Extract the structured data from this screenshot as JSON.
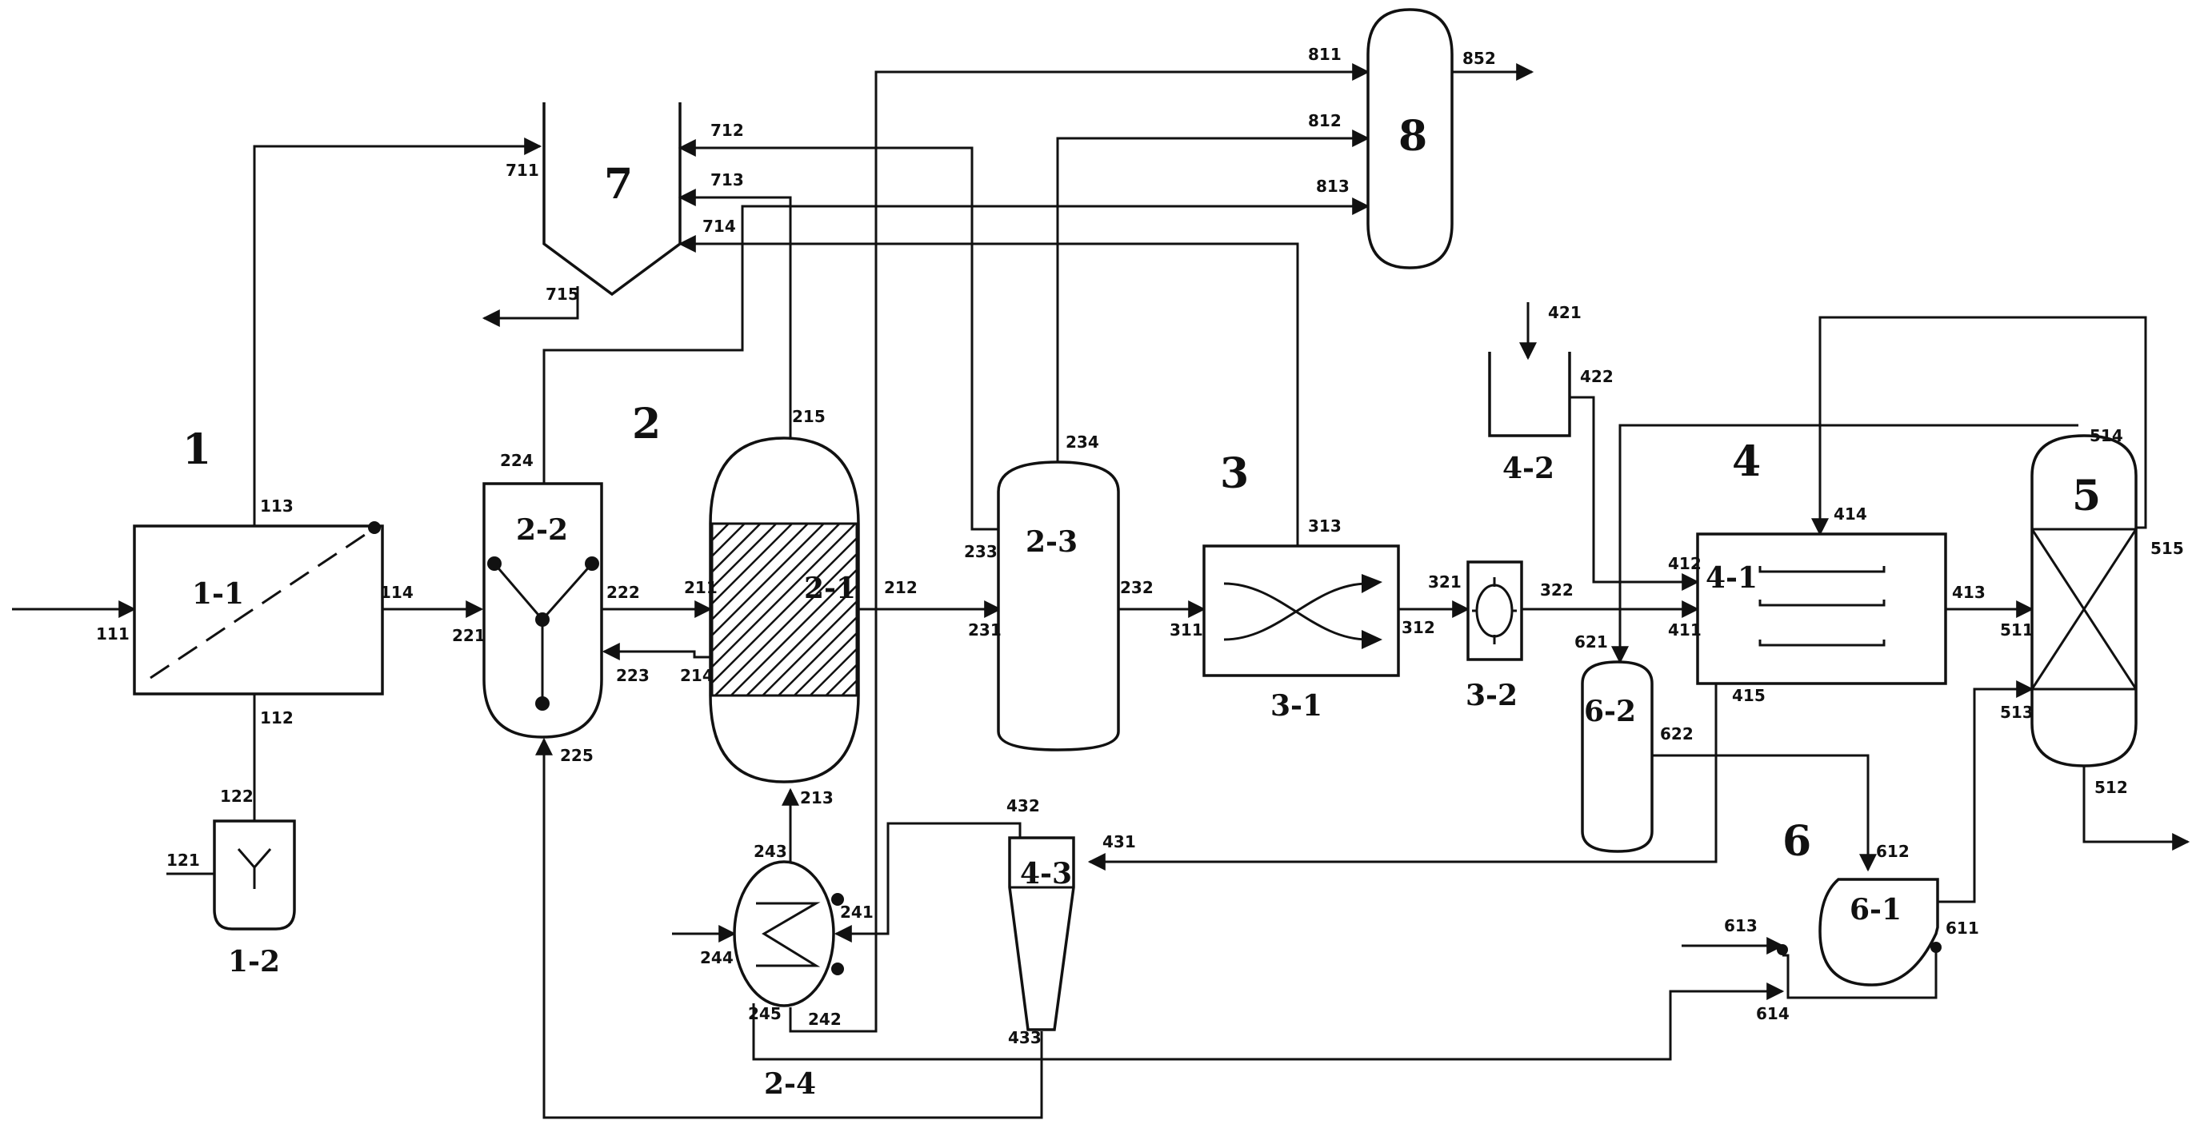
{
  "sections": {
    "s1": "1",
    "s2": "2",
    "s3": "3",
    "s4": "4",
    "s5": "5",
    "s6": "6",
    "s7": "7",
    "s8": "8"
  },
  "units": {
    "u1_1": "1-1",
    "u1_2": "1-2",
    "u2_1": "2-1",
    "u2_2": "2-2",
    "u2_3": "2-3",
    "u2_4": "2-4",
    "u3_1": "3-1",
    "u3_2": "3-2",
    "u4_1": "4-1",
    "u4_2": "4-2",
    "u4_3": "4-3",
    "u6_1": "6-1",
    "u6_2": "6-2"
  },
  "ports": {
    "p111": "111",
    "p112": "112",
    "p113": "113",
    "p114": "114",
    "p121": "121",
    "p122": "122",
    "p211": "211",
    "p212": "212",
    "p213": "213",
    "p214": "214",
    "p215": "215",
    "p221": "221",
    "p222": "222",
    "p223": "223",
    "p224": "224",
    "p225": "225",
    "p231": "231",
    "p232": "232",
    "p233": "233",
    "p234": "234",
    "p241": "241",
    "p242": "242",
    "p243": "243",
    "p244": "244",
    "p245": "245",
    "p311": "311",
    "p312": "312",
    "p313": "313",
    "p321": "321",
    "p322": "322",
    "p411": "411",
    "p412": "412",
    "p413": "413",
    "p414": "414",
    "p415": "415",
    "p421": "421",
    "p422": "422",
    "p431": "431",
    "p432": "432",
    "p433": "433",
    "p511": "511",
    "p512": "512",
    "p513": "513",
    "p514": "514",
    "p515": "515",
    "p611": "611",
    "p612": "612",
    "p613": "613",
    "p614": "614",
    "p621": "621",
    "p622": "622",
    "p711": "711",
    "p712": "712",
    "p713": "713",
    "p714": "714",
    "p715": "715",
    "p811": "811",
    "p812": "812",
    "p813": "813",
    "p852": "852"
  }
}
